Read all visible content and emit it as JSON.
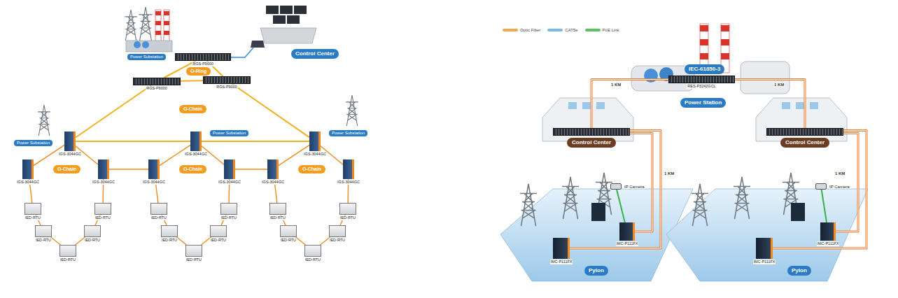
{
  "diagram": {
    "nodes": [
      {
        "text": [
          "Power Substation"
        ]
      },
      {
        "text": [
          "Control Center"
        ]
      },
      {
        "text": [
          "RGS-P9000"
        ]
      },
      {
        "text": [
          "O-Ring"
        ]
      },
      {
        "text": [
          "RGS-P9000"
        ]
      },
      {
        "text": [
          "RGS-P9000"
        ]
      },
      {
        "text": [
          "O-Chain"
        ]
      },
      {
        "text": [
          "IGS-3044GC"
        ]
      },
      {
        "text": [
          "Power Substation"
        ]
      },
      {
        "text": [
          "IGS-3044GC"
        ]
      },
      {
        "text": [
          "O-Chain"
        ]
      },
      {
        "text": [
          "IGS-3044GC"
        ]
      },
      {
        "text": [
          "IED-RTU"
        ]
      },
      {
        "text": [
          "IED-RTU"
        ]
      },
      {
        "text": [
          "IED-RTU"
        ]
      },
      {
        "text": [
          "IED-RTU"
        ]
      },
      {
        "text": [
          "IED-RTU"
        ]
      },
      {
        "text": [
          "IGS-3044GC"
        ]
      },
      {
        "text": [
          "Power Substation"
        ]
      },
      {
        "text": [
          "IGS-3044GC"
        ]
      },
      {
        "text": [
          "O-Chain"
        ]
      },
      {
        "text": [
          "IGS-3044GC"
        ]
      },
      {
        "text": [
          "IED-RTU"
        ]
      },
      {
        "text": [
          "IED-RTU"
        ]
      },
      {
        "text": [
          "IED-RTU"
        ]
      },
      {
        "text": [
          "IED-RTU"
        ]
      },
      {
        "text": [
          "IED-RTU"
        ]
      },
      {
        "text": [
          "IGS-3044GC"
        ]
      },
      {
        "text": [
          "Power Substation"
        ]
      },
      {
        "text": [
          "IGS-3044GC"
        ]
      },
      {
        "text": [
          "O-Chain"
        ]
      },
      {
        "text": [
          "IGS-3044GC"
        ]
      },
      {
        "text": [
          "IED-RTU"
        ]
      },
      {
        "text": [
          "IED-RTU"
        ]
      },
      {
        "text": [
          "IED-RTU"
        ]
      },
      {
        "text": [
          "IED-RTU"
        ]
      },
      {
        "text": [
          "IED-RTU"
        ]
      },
      {
        "text": [
          "IEC-61850-3"
        ]
      },
      {
        "text": [
          "RES-P3242GCL"
        ]
      },
      {
        "text": [
          "Power Station"
        ]
      },
      {
        "text": [
          "Control Center"
        ]
      },
      {
        "text": [
          "Control Center"
        ]
      },
      {
        "text": [
          "IP Camera"
        ]
      },
      {
        "text": [
          "IMC-P111FX"
        ]
      },
      {
        "text": [
          "IMC-P111FX"
        ]
      },
      {
        "text": [
          "Pylon"
        ]
      },
      {
        "text": [
          "IP Camera"
        ]
      },
      {
        "text": [
          "IMC-P111FX"
        ]
      },
      {
        "text": [
          "IMC-P111FX"
        ]
      },
      {
        "text": [
          "Pylon"
        ]
      }
    ],
    "edges": [
      {
        "from": 2,
        "to": 4,
        "arrow": "none"
      },
      {
        "from": 2,
        "to": 5,
        "arrow": "none"
      },
      {
        "from": 4,
        "to": 5,
        "arrow": "none"
      },
      {
        "from": 4,
        "to": 7,
        "arrow": "none"
      },
      {
        "from": 5,
        "to": 27,
        "arrow": "none"
      },
      {
        "from": 7,
        "to": 17,
        "arrow": "none"
      },
      {
        "from": 17,
        "to": 27,
        "arrow": "none"
      },
      {
        "from": 7,
        "to": 9,
        "arrow": "none"
      },
      {
        "from": 7,
        "to": 11,
        "arrow": "none"
      },
      {
        "from": 9,
        "to": 12,
        "arrow": "none"
      },
      {
        "from": 12,
        "to": 14,
        "arrow": "none"
      },
      {
        "from": 14,
        "to": 16,
        "arrow": "none"
      },
      {
        "from": 16,
        "to": 15,
        "arrow": "none"
      },
      {
        "from": 15,
        "to": 13,
        "arrow": "none"
      },
      {
        "from": 13,
        "to": 11,
        "arrow": "none"
      },
      {
        "from": 17,
        "to": 19,
        "arrow": "none"
      },
      {
        "from": 17,
        "to": 21,
        "arrow": "none"
      },
      {
        "from": 19,
        "to": 22,
        "arrow": "none"
      },
      {
        "from": 22,
        "to": 24,
        "arrow": "none"
      },
      {
        "from": 24,
        "to": 26,
        "arrow": "none"
      },
      {
        "from": 26,
        "to": 25,
        "arrow": "none"
      },
      {
        "from": 25,
        "to": 23,
        "arrow": "none"
      },
      {
        "from": 23,
        "to": 21,
        "arrow": "none"
      },
      {
        "from": 27,
        "to": 29,
        "arrow": "none"
      },
      {
        "from": 27,
        "to": 31,
        "arrow": "none"
      },
      {
        "from": 29,
        "to": 32,
        "arrow": "none"
      },
      {
        "from": 32,
        "to": 34,
        "arrow": "none"
      },
      {
        "from": 34,
        "to": 36,
        "arrow": "none"
      },
      {
        "from": 36,
        "to": 35,
        "arrow": "none"
      },
      {
        "from": 35,
        "to": 33,
        "arrow": "none"
      },
      {
        "from": 33,
        "to": 31,
        "arrow": "none"
      },
      {
        "from": 11,
        "to": 19,
        "arrow": "none"
      },
      {
        "from": 21,
        "to": 29,
        "arrow": "none"
      },
      {
        "from": 38,
        "to": 40,
        "arrow": "none"
      },
      {
        "from": 38,
        "to": 41,
        "arrow": "none"
      },
      {
        "from": 40,
        "to": 43,
        "arrow": "none"
      },
      {
        "from": 40,
        "to": 44,
        "arrow": "none"
      },
      {
        "from": 41,
        "to": 47,
        "arrow": "none"
      },
      {
        "from": 41,
        "to": 48,
        "arrow": "none"
      },
      {
        "from": 43,
        "to": 42,
        "arrow": "none"
      },
      {
        "from": 47,
        "to": 46,
        "arrow": "none"
      }
    ],
    "labels": [
      "1 KM",
      "1 KM",
      "1 KM",
      "1 KM"
    ],
    "legend": [
      {
        "text": "Optic Fiber",
        "color": "#f2a553"
      },
      {
        "text": "CAT5e",
        "color": "#7bb9e6"
      },
      {
        "text": "PoE Link",
        "color": "#5cc25c"
      }
    ]
  }
}
